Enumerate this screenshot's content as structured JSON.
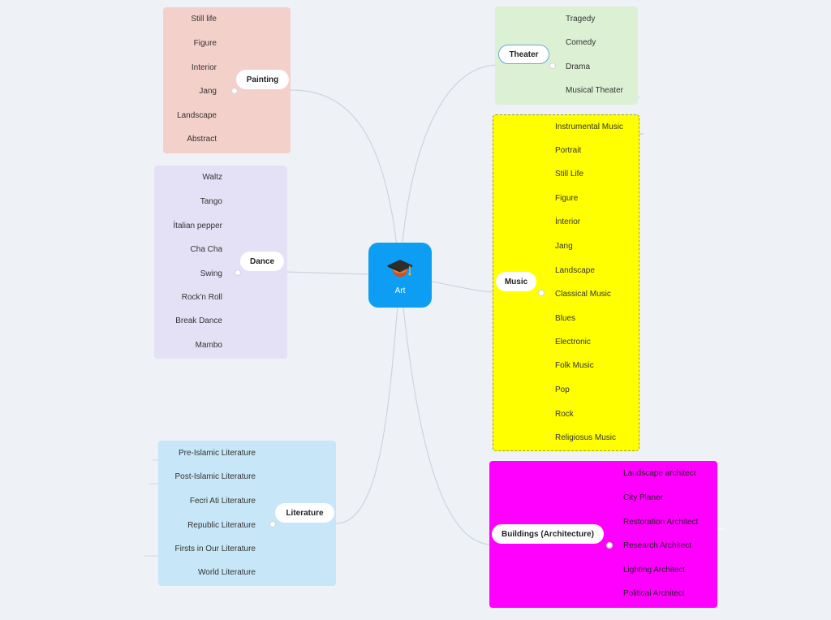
{
  "root": {
    "label": "Art",
    "icon": "graduation-cap-icon"
  },
  "branches": {
    "painting": {
      "label": "Painting",
      "color": "#f4d0ca",
      "items": [
        "Still life",
        "Figure",
        "Interior",
        "Jang",
        "Landscape",
        "Abstract"
      ]
    },
    "dance": {
      "label": "Dance",
      "color": "#e4e0f6",
      "items": [
        "Waltz",
        "Tango",
        "İtalian pepper",
        "Cha Cha",
        "Swing",
        "Rock'n Roll",
        "Break Dance",
        "Mambo"
      ]
    },
    "literature": {
      "label": "Literature",
      "color": "#c7e6f7",
      "items": [
        "Pre-Islamic Literature",
        "Post-Islamic Literature",
        "Fecri Ati Literature",
        "Republic Literature",
        "Firsts in Our Literature",
        "World Literature"
      ]
    },
    "theater": {
      "label": "Theater",
      "color": "#dcf0d4",
      "items": [
        "Tragedy",
        "Comedy",
        "Drama",
        "Musical Theater"
      ]
    },
    "music": {
      "label": "Music",
      "color": "#ffff00",
      "items": [
        "Instrumental Music",
        "Portrait",
        "Still Life",
        "Figure",
        "İnterior",
        "Jang",
        "Landscape",
        "Classical Music",
        "Blues",
        "Electronic",
        "Folk Music",
        "Pop",
        "Rock",
        "Religiosus Music"
      ]
    },
    "buildings": {
      "label": "Buildings (Architecture)",
      "color": "#ff00ff",
      "items": [
        "Landscape architect",
        "City Planer",
        "Restoration Architect",
        "Research Architect",
        "Lighting Architect",
        "Political Architect"
      ]
    }
  }
}
